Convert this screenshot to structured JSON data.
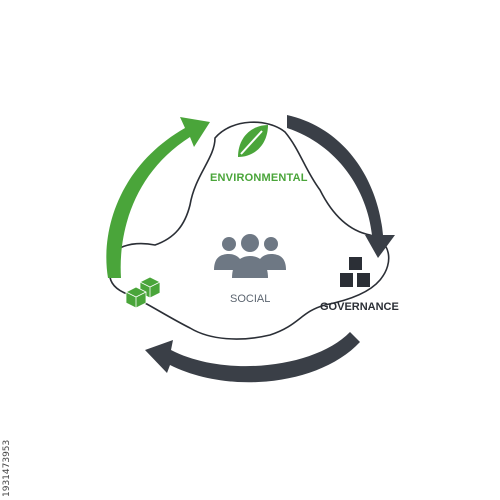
{
  "labels": {
    "environmental": "ENVIRONMENTAL",
    "social": "SOCIAL",
    "governance": "GOVERNANCE"
  },
  "stock_id": "1931473953",
  "colors": {
    "green": "#4aa53a",
    "dark": "#3a3f47",
    "gray_icon": "#6e7884",
    "outline": "#2b2f36"
  },
  "icons": [
    "leaf-icon",
    "people-icon",
    "stacked-blocks-icon",
    "green-cubes-icon"
  ]
}
